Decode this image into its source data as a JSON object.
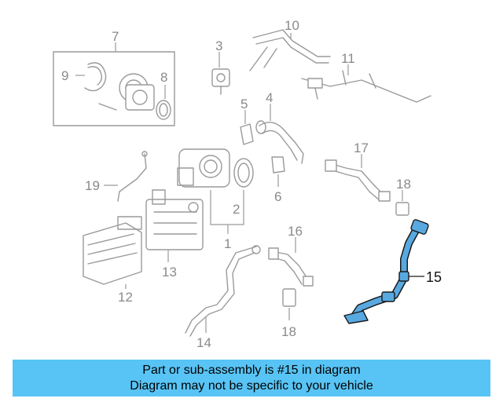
{
  "diagram": {
    "callouts": {
      "c1": "1",
      "c2": "2",
      "c3": "3",
      "c4": "4",
      "c5": "5",
      "c6": "6",
      "c7": "7",
      "c8": "8",
      "c9": "9",
      "c10": "10",
      "c11": "11",
      "c12": "12",
      "c13": "13",
      "c14": "14",
      "c15": "15",
      "c16": "16",
      "c17": "17",
      "c18a": "18",
      "c18b": "18",
      "c19": "19"
    },
    "highlight_color": "#58a9e0"
  },
  "banner": {
    "line1": "Part or sub-assembly is #15 in diagram",
    "line2": "Diagram may not be specific to your vehicle",
    "background": "#58c4f5"
  }
}
